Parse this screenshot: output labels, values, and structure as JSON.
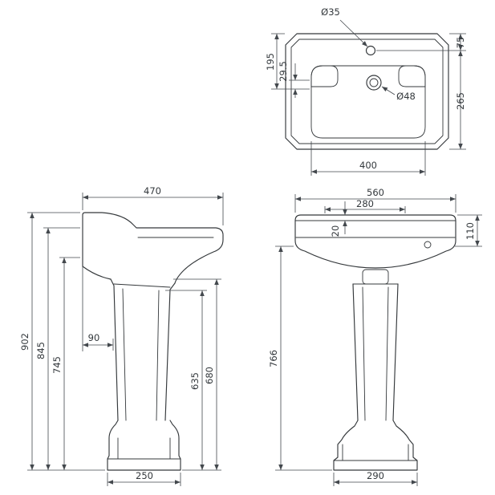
{
  "drawing": {
    "background": "#ffffff",
    "line_color": "#34383b",
    "dim_color": "#43484d",
    "text_color": "#33383c",
    "plan": {
      "tap_hole_diameter": "Ø35",
      "back_to_tap_centre": "75",
      "back_to_waste": "195",
      "ledge_offset": "29.5",
      "waste_diameter": "Ø48",
      "waste_to_front": "265",
      "bowl_width": "400"
    },
    "side": {
      "overall_depth": "470",
      "overall_height": "902",
      "rim_height": "845",
      "underside_height": "745",
      "wall_clearance": "90",
      "recess_height": "635",
      "pedestal_height": "680",
      "base_depth": "250"
    },
    "front": {
      "overall_width": "560",
      "centre_offset": "280",
      "rim_thickness": "20",
      "apron_depth": "110",
      "underside_clearance": "766",
      "base_width": "290"
    }
  }
}
